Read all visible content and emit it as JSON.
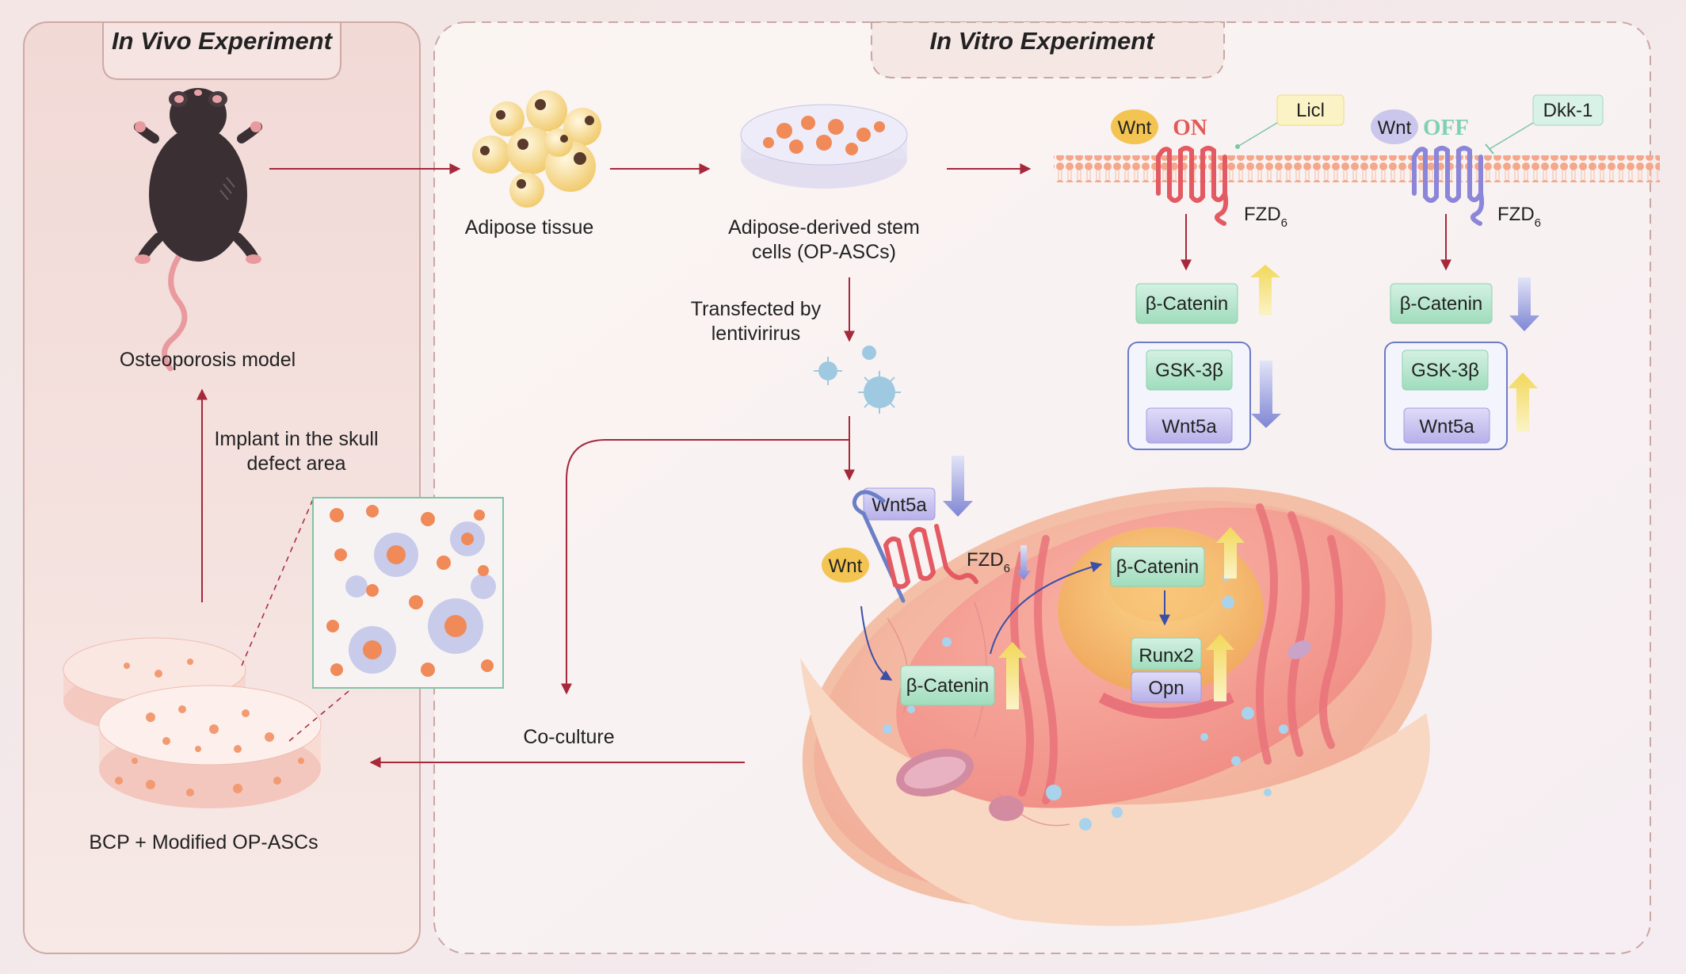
{
  "panels": {
    "in_vivo_title": "In Vivo Experiment",
    "in_vitro_title": "In Vitro Experiment"
  },
  "labels": {
    "osteoporosis_model": "Osteoporosis model",
    "implant_line1": "Implant in the skull",
    "implant_line2": "defect area",
    "bcp_label": "BCP + Modified OP-ASCs",
    "adipose_tissue": "Adipose tissue",
    "adsc_line1": "Adipose-derived stem",
    "adsc_line2": "cells (OP-ASCs)",
    "transfected_line1": "Transfected by",
    "transfected_line2": "lentivirirus",
    "coculture": "Co-culture"
  },
  "pathway_on": {
    "ligand": "Wnt",
    "state": "ON",
    "agonist": "Licl",
    "receptor_main": "FZD",
    "receptor_sub": "6",
    "beta_catenin": "β-Catenin",
    "gsk": "GSK-3β",
    "wnt5a": "Wnt5a"
  },
  "pathway_off": {
    "ligand": "Wnt",
    "state": "OFF",
    "inhibitor": "Dkk-1",
    "receptor_main": "FZD",
    "receptor_sub": "6",
    "beta_catenin": "β-Catenin",
    "gsk": "GSK-3β",
    "wnt5a": "Wnt5a"
  },
  "cell": {
    "wnt5a": "Wnt5a",
    "wnt": "Wnt",
    "receptor_main": "FZD",
    "receptor_sub": "6",
    "beta_catenin_cyto": "β-Catenin",
    "beta_catenin_nuc": "β-Catenin",
    "runx2": "Runx2",
    "opn": "Opn"
  },
  "colors": {
    "title_red": "#a3203d",
    "arrow_red": "#a5283b",
    "arrow_up_yellow": "#f3e27a",
    "arrow_down_blue": "#8b91d8",
    "box_green": "#b9e6cf",
    "box_purple": "#c9c4ef",
    "on_red": "#e25a55",
    "off_teal": "#7fd0b6"
  }
}
